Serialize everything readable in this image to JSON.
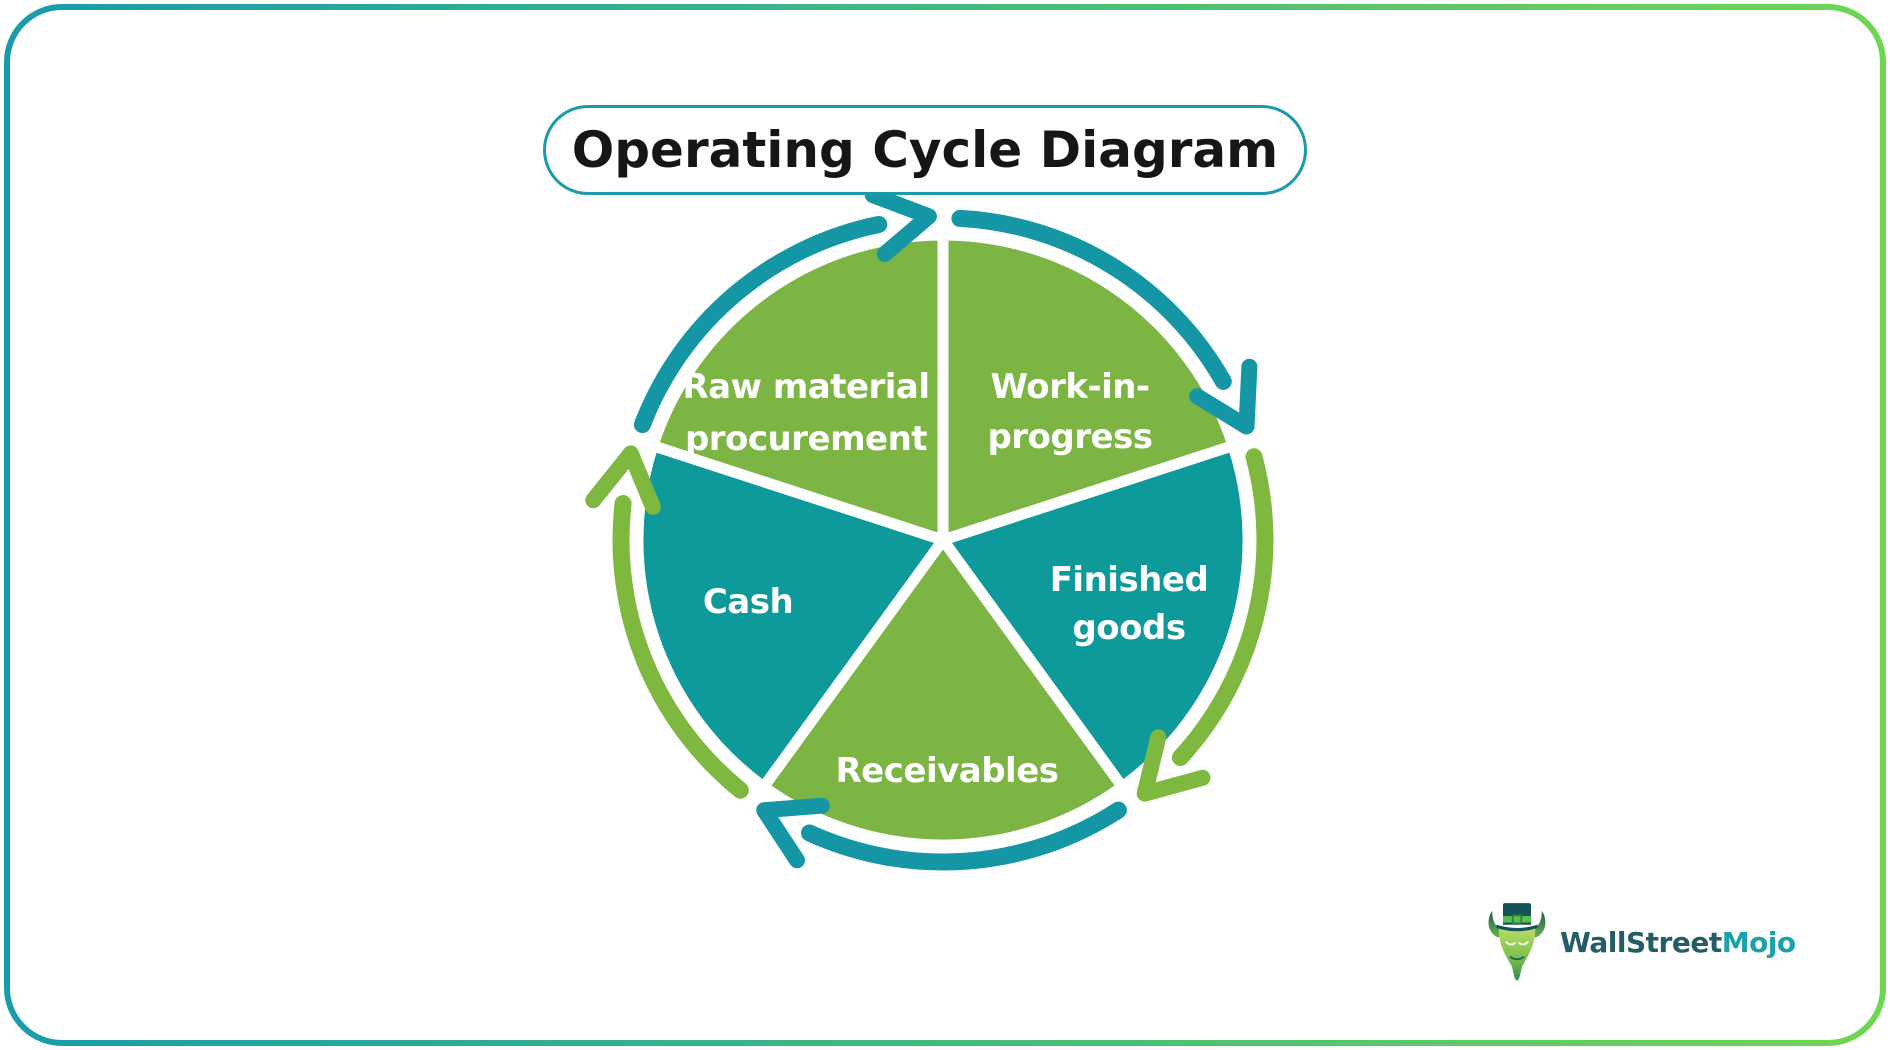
{
  "title": "Operating Cycle Diagram",
  "diagram": {
    "type": "cycle-pie",
    "direction": "clockwise",
    "slices": [
      {
        "name": "work-in-progress",
        "label_lines": [
          "Work-in-",
          "progress"
        ],
        "fill": "#7cb544",
        "arrow_color": "#1496a4"
      },
      {
        "name": "finished-goods",
        "label_lines": [
          "Finished",
          "goods"
        ],
        "fill": "#0e9a9b",
        "arrow_color": "#7eb83e"
      },
      {
        "name": "receivables",
        "label_lines": [
          "Receivables"
        ],
        "fill": "#7cb544",
        "arrow_color": "#1496a4"
      },
      {
        "name": "cash",
        "label_lines": [
          "Cash"
        ],
        "fill": "#0e9a9b",
        "arrow_color": "#7eb83e"
      },
      {
        "name": "raw-material-procurement",
        "label_lines": [
          "Raw material",
          "procurement"
        ],
        "fill": "#7cb544",
        "arrow_color": "#1496a4"
      }
    ]
  },
  "colors": {
    "slice_green": "#7cb544",
    "slice_teal": "#0e9a9b",
    "arrow_teal": "#1496a4",
    "arrow_green": "#7eb83e",
    "divider_white": "#ffffff",
    "title_text": "#161616",
    "pill_border": "#1b9baa",
    "frame_gradient_left": "#199bac",
    "frame_gradient_right": "#6ed750",
    "label_text": "#ffffff"
  },
  "logo": {
    "part1": "WallStreet",
    "part2": "Mojo",
    "part1_color": "#235e66",
    "part2_color": "#1aa1ab",
    "icon": "bull-with-top-hat"
  }
}
